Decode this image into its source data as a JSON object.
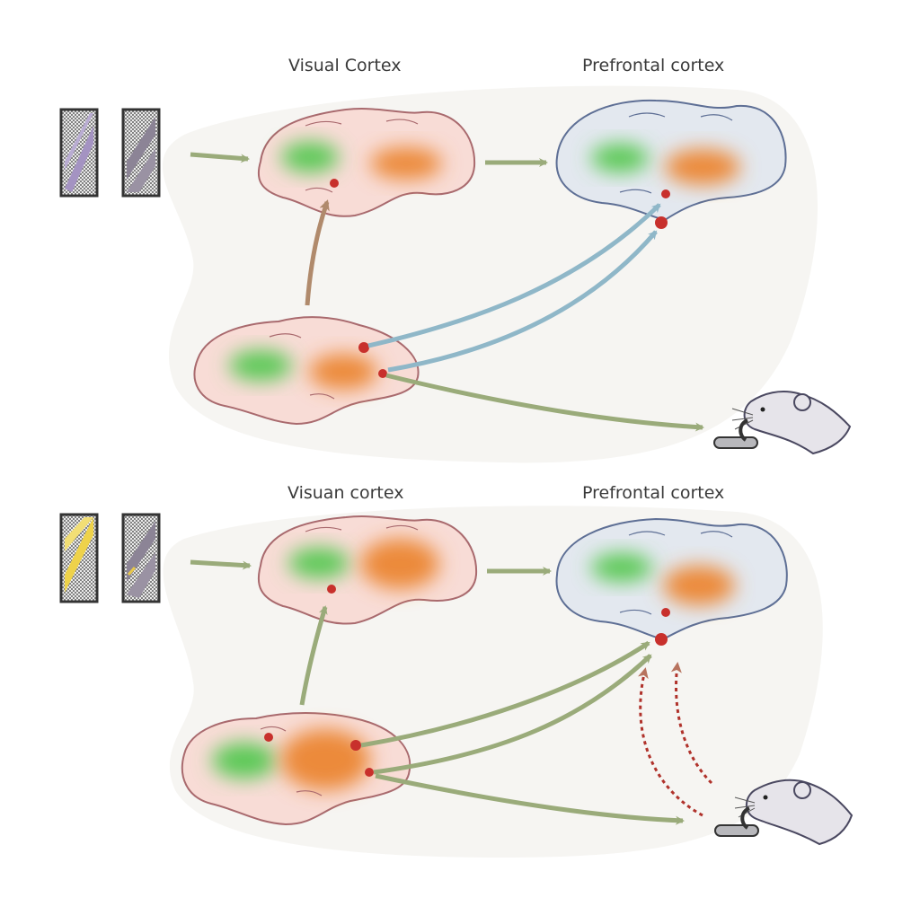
{
  "panels": [
    {
      "id": "top",
      "visual_label": "Visual Cortex",
      "prefrontal_label": "Prefrontal cortex",
      "stimuli": [
        "purple-striped-grating",
        "gray-striped-grating"
      ]
    },
    {
      "id": "bottom",
      "visual_label": "Visuan cortex",
      "prefrontal_label": "Prefrontal cortex",
      "stimuli": [
        "yellow-striped-grating",
        "gray-striped-grating"
      ]
    }
  ],
  "colors": {
    "cortex_fill": "#f8dcd6",
    "cortex_stroke": "#a96a6e",
    "prefrontal_fill": "#e3e8ef",
    "prefrontal_stroke": "#5e6f95",
    "green_region": "#5cc957",
    "orange_region": "#ec8a3a",
    "node": "#c8302c",
    "feedforward_arrow": "#9aab7a",
    "blue_arrow": "#8fb7c8",
    "brown_arrow": "#b08a6c",
    "feedback_dashed": "#b0322b",
    "stimulus_purple": "#9a88b8",
    "stimulus_yellow": "#eed24a"
  },
  "icons": [
    "mouse-icon",
    "water-spout-icon"
  ]
}
